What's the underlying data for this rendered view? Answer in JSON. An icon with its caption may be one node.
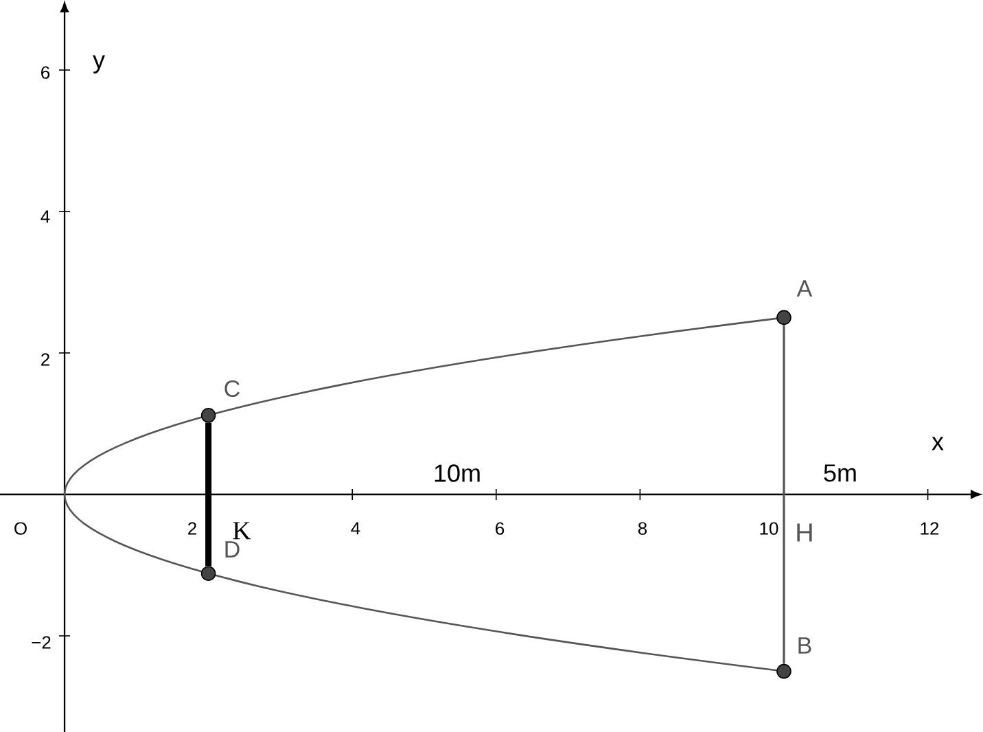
{
  "diagram": {
    "nodes": [
      {
        "text": [
          "A"
        ]
      },
      {
        "text": [
          "B"
        ]
      },
      {
        "text": [
          "C"
        ]
      },
      {
        "text": [
          "D"
        ]
      }
    ],
    "edges": [
      {
        "from": 0,
        "to": 1,
        "arrow": "none"
      },
      {
        "from": 2,
        "to": 3,
        "arrow": "none",
        "style": "thick",
        "color": "#000000"
      }
    ],
    "labels": [
      "y",
      "6",
      "4",
      "2",
      "x",
      "10m",
      "5m",
      "O",
      "2",
      "K",
      "4",
      "6",
      "8",
      "10",
      "H",
      "12",
      "−2"
    ]
  }
}
